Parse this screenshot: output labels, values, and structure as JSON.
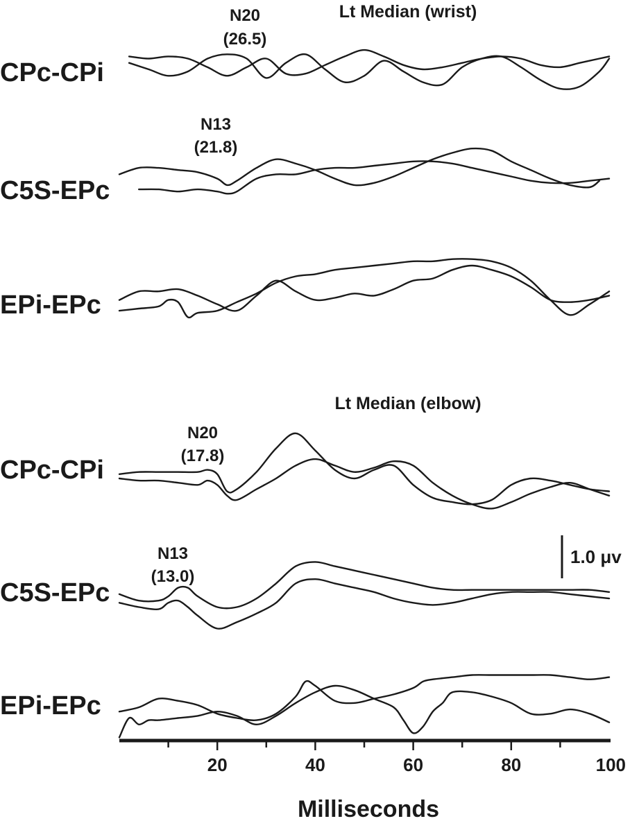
{
  "chart_data": {
    "type": "line",
    "xlabel": "Milliseconds",
    "x_ticks": [
      20,
      40,
      60,
      80,
      100
    ],
    "xlim": [
      0,
      100
    ],
    "minor_tick_step": 10,
    "scale_bar": {
      "label": "1.0 μv"
    },
    "panels": [
      {
        "title": "Lt Median (wrist)",
        "channels": [
          {
            "name": "CPc-CPi",
            "annotation": {
              "label": "N20",
              "latency": "(26.5)",
              "x": 26.5
            },
            "traces": [
              {
                "x": [
                  2,
                  6,
                  10,
                  14,
                  18,
                  22,
                  26,
                  30,
                  34,
                  38,
                  42,
                  46,
                  50,
                  54,
                  58,
                  62,
                  66,
                  70,
                  74,
                  78,
                  82,
                  86,
                  90,
                  94,
                  98,
                  100
                ],
                "y": [
                  0.6,
                  0.5,
                  0.6,
                  0.5,
                  0.1,
                  -0.3,
                  0.1,
                  0.5,
                  -0.2,
                  -0.2,
                  0.2,
                  0.6,
                  0.9,
                  0.6,
                  0.2,
                  0.0,
                  0.1,
                  0.3,
                  0.5,
                  0.6,
                  0.5,
                  0.2,
                  0.1,
                  0.3,
                  0.5,
                  0.6
                ]
              },
              {
                "x": [
                  2,
                  6,
                  10,
                  14,
                  18,
                  22,
                  26,
                  30,
                  34,
                  38,
                  42,
                  46,
                  50,
                  54,
                  58,
                  62,
                  66,
                  70,
                  74,
                  78,
                  82,
                  86,
                  90,
                  94,
                  98,
                  100
                ],
                "y": [
                  0.3,
                  0.0,
                  -0.3,
                  -0.1,
                  0.5,
                  0.7,
                  0.5,
                  -0.4,
                  0.3,
                  0.7,
                  0.0,
                  -0.6,
                  -0.3,
                  0.4,
                  -0.1,
                  -0.6,
                  -0.7,
                  0.1,
                  0.5,
                  0.6,
                  0.1,
                  -0.5,
                  -0.9,
                  -0.8,
                  -0.1,
                  0.5
                ]
              }
            ]
          },
          {
            "name": "C5S-EPc",
            "annotation": {
              "label": "N13",
              "latency": "(21.8)",
              "x": 21.8
            },
            "traces": [
              {
                "x": [
                  4,
                  8,
                  12,
                  16,
                  20,
                  22,
                  24,
                  28,
                  32,
                  36,
                  40,
                  44,
                  48,
                  52,
                  56,
                  60,
                  64,
                  68,
                  72,
                  76,
                  80,
                  84,
                  88,
                  92,
                  96,
                  100
                ],
                "y": [
                  -0.1,
                  -0.1,
                  -0.2,
                  -0.1,
                  -0.2,
                  -0.3,
                  -0.2,
                  0.4,
                  0.6,
                  0.6,
                  0.8,
                  0.9,
                  0.9,
                  1.0,
                  1.1,
                  1.2,
                  1.2,
                  1.1,
                  0.9,
                  0.7,
                  0.5,
                  0.3,
                  0.2,
                  0.2,
                  0.3,
                  0.4
                ]
              },
              {
                "x": [
                  0,
                  4,
                  8,
                  12,
                  16,
                  20,
                  22,
                  24,
                  28,
                  32,
                  36,
                  40,
                  44,
                  48,
                  52,
                  56,
                  60,
                  64,
                  68,
                  72,
                  76,
                  80,
                  84,
                  88,
                  92,
                  96,
                  98
                ],
                "y": [
                  0.6,
                  0.9,
                  0.9,
                  0.8,
                  0.7,
                  0.4,
                  0.1,
                  0.3,
                  0.9,
                  1.3,
                  1.1,
                  0.8,
                  0.4,
                  0.1,
                  0.2,
                  0.5,
                  0.9,
                  1.3,
                  1.6,
                  1.8,
                  1.7,
                  1.2,
                  0.8,
                  0.4,
                  0.1,
                  0.0,
                  0.3
                ]
              }
            ]
          },
          {
            "name": "EPi-EPc",
            "traces": [
              {
                "x": [
                  0,
                  4,
                  8,
                  10,
                  12,
                  14,
                  16,
                  20,
                  24,
                  28,
                  32,
                  36,
                  40,
                  44,
                  48,
                  52,
                  56,
                  60,
                  64,
                  68,
                  72,
                  76,
                  80,
                  84,
                  88,
                  92,
                  96,
                  100
                ],
                "y": [
                  -0.1,
                  0.0,
                  0.1,
                  0.4,
                  0.3,
                  -0.4,
                  -0.2,
                  -0.1,
                  0.3,
                  0.7,
                  1.2,
                  1.5,
                  1.6,
                  1.8,
                  1.9,
                  2.0,
                  2.1,
                  2.2,
                  2.2,
                  2.3,
                  2.3,
                  2.2,
                  1.9,
                  1.3,
                  0.4,
                  -0.3,
                  0.2,
                  0.8
                ]
              },
              {
                "x": [
                  0,
                  4,
                  8,
                  12,
                  16,
                  20,
                  24,
                  28,
                  32,
                  36,
                  40,
                  44,
                  48,
                  52,
                  56,
                  60,
                  64,
                  68,
                  72,
                  76,
                  80,
                  84,
                  88,
                  92,
                  96,
                  100
                ],
                "y": [
                  0.4,
                  0.8,
                  0.8,
                  0.9,
                  0.6,
                  0.2,
                  -0.1,
                  0.6,
                  1.3,
                  0.8,
                  0.4,
                  0.5,
                  0.7,
                  0.6,
                  0.9,
                  1.3,
                  1.4,
                  1.8,
                  2.0,
                  1.8,
                  1.5,
                  1.0,
                  0.4,
                  0.3,
                  0.4,
                  0.6
                ]
              }
            ]
          }
        ]
      },
      {
        "title": "Lt Median (elbow)",
        "channels": [
          {
            "name": "CPc-CPi",
            "annotation": {
              "label": "N20",
              "latency": "(17.8)",
              "x": 17.8
            },
            "traces": [
              {
                "x": [
                  0,
                  4,
                  8,
                  12,
                  16,
                  18,
                  20,
                  22,
                  24,
                  28,
                  32,
                  36,
                  40,
                  44,
                  48,
                  52,
                  56,
                  60,
                  64,
                  68,
                  72,
                  76,
                  80,
                  84,
                  88,
                  92,
                  96,
                  100
                ],
                "y": [
                  0.2,
                  0.3,
                  0.3,
                  0.3,
                  0.3,
                  0.4,
                  0.2,
                  -0.6,
                  -0.5,
                  0.3,
                  1.4,
                  2.1,
                  1.3,
                  0.4,
                  0.0,
                  0.4,
                  0.6,
                  -0.3,
                  -0.9,
                  -1.1,
                  -1.2,
                  -1.0,
                  -0.3,
                  0.0,
                  -0.1,
                  -0.3,
                  -0.5,
                  -0.6
                ]
              },
              {
                "x": [
                  0,
                  4,
                  8,
                  12,
                  16,
                  18,
                  20,
                  22,
                  24,
                  28,
                  32,
                  36,
                  40,
                  44,
                  48,
                  52,
                  56,
                  60,
                  64,
                  68,
                  72,
                  76,
                  80,
                  84,
                  88,
                  92,
                  96,
                  100
                ],
                "y": [
                  0.0,
                  -0.1,
                  -0.1,
                  -0.2,
                  -0.3,
                  -0.1,
                  -0.3,
                  -0.8,
                  -1.0,
                  -0.5,
                  0.0,
                  0.6,
                  0.9,
                  0.6,
                  0.3,
                  0.5,
                  0.8,
                  0.6,
                  -0.2,
                  -0.8,
                  -1.2,
                  -1.4,
                  -1.1,
                  -0.7,
                  -0.4,
                  -0.2,
                  -0.5,
                  -0.8
                ]
              }
            ]
          },
          {
            "name": "C5S-EPc",
            "annotation": {
              "label": "N13",
              "latency": "(13.0)",
              "x": 13.0
            },
            "traces": [
              {
                "x": [
                  0,
                  4,
                  8,
                  10,
                  12,
                  14,
                  16,
                  20,
                  24,
                  28,
                  32,
                  36,
                  40,
                  44,
                  48,
                  52,
                  56,
                  60,
                  64,
                  68,
                  72,
                  76,
                  80,
                  84,
                  88,
                  92,
                  96,
                  100
                ],
                "y": [
                  0.1,
                  -0.2,
                  -0.2,
                  0.0,
                  0.4,
                  0.4,
                  0.0,
                  -0.5,
                  -0.5,
                  -0.1,
                  0.6,
                  1.4,
                  1.6,
                  1.4,
                  1.2,
                  1.0,
                  0.8,
                  0.6,
                  0.4,
                  0.3,
                  0.3,
                  0.3,
                  0.3,
                  0.3,
                  0.3,
                  0.3,
                  0.3,
                  0.2
                ]
              },
              {
                "x": [
                  0,
                  4,
                  8,
                  10,
                  12,
                  14,
                  16,
                  20,
                  24,
                  28,
                  32,
                  36,
                  40,
                  44,
                  48,
                  52,
                  56,
                  60,
                  64,
                  68,
                  72,
                  76,
                  80,
                  84,
                  88,
                  92,
                  96,
                  100
                ],
                "y": [
                  -0.3,
                  -0.5,
                  -0.6,
                  -0.3,
                  -0.2,
                  -0.5,
                  -0.9,
                  -1.5,
                  -1.2,
                  -0.8,
                  -0.3,
                  0.6,
                  0.8,
                  0.6,
                  0.4,
                  0.2,
                  -0.1,
                  -0.3,
                  -0.4,
                  -0.3,
                  -0.1,
                  0.1,
                  0.2,
                  0.2,
                  0.2,
                  0.1,
                  0.0,
                  -0.1
                ]
              }
            ]
          },
          {
            "name": "EPi-EPc",
            "traces": [
              {
                "x": [
                  0,
                  4,
                  8,
                  12,
                  16,
                  20,
                  24,
                  28,
                  32,
                  36,
                  38,
                  40,
                  44,
                  48,
                  52,
                  56,
                  60,
                  62,
                  64,
                  68,
                  72,
                  76,
                  80,
                  84,
                  88,
                  92,
                  96,
                  100
                ],
                "y": [
                  -0.2,
                  0.0,
                  0.4,
                  0.3,
                  0.1,
                  -0.3,
                  -0.5,
                  -0.6,
                  -0.3,
                  0.5,
                  1.2,
                  1.0,
                  0.3,
                  0.2,
                  0.4,
                  0.6,
                  0.9,
                  1.2,
                  1.3,
                  1.4,
                  1.5,
                  1.5,
                  1.5,
                  1.5,
                  1.5,
                  1.4,
                  1.3,
                  1.4
                ]
              },
              {
                "x": [
                  0,
                  2,
                  4,
                  6,
                  8,
                  12,
                  16,
                  20,
                  24,
                  28,
                  32,
                  36,
                  40,
                  44,
                  48,
                  52,
                  56,
                  58,
                  60,
                  62,
                  64,
                  66,
                  68,
                  72,
                  76,
                  80,
                  84,
                  88,
                  92,
                  96,
                  100
                ],
                "y": [
                  -1.4,
                  -0.5,
                  -0.8,
                  -0.6,
                  -0.6,
                  -0.5,
                  -0.4,
                  -0.2,
                  -0.4,
                  -0.8,
                  -0.4,
                  0.2,
                  0.7,
                  1.0,
                  0.8,
                  0.4,
                  0.0,
                  -0.6,
                  -1.2,
                  -0.9,
                  -0.2,
                  0.2,
                  0.7,
                  0.7,
                  0.5,
                  0.2,
                  -0.3,
                  -0.3,
                  -0.1,
                  -0.3,
                  -0.7
                ]
              }
            ]
          }
        ]
      }
    ]
  }
}
